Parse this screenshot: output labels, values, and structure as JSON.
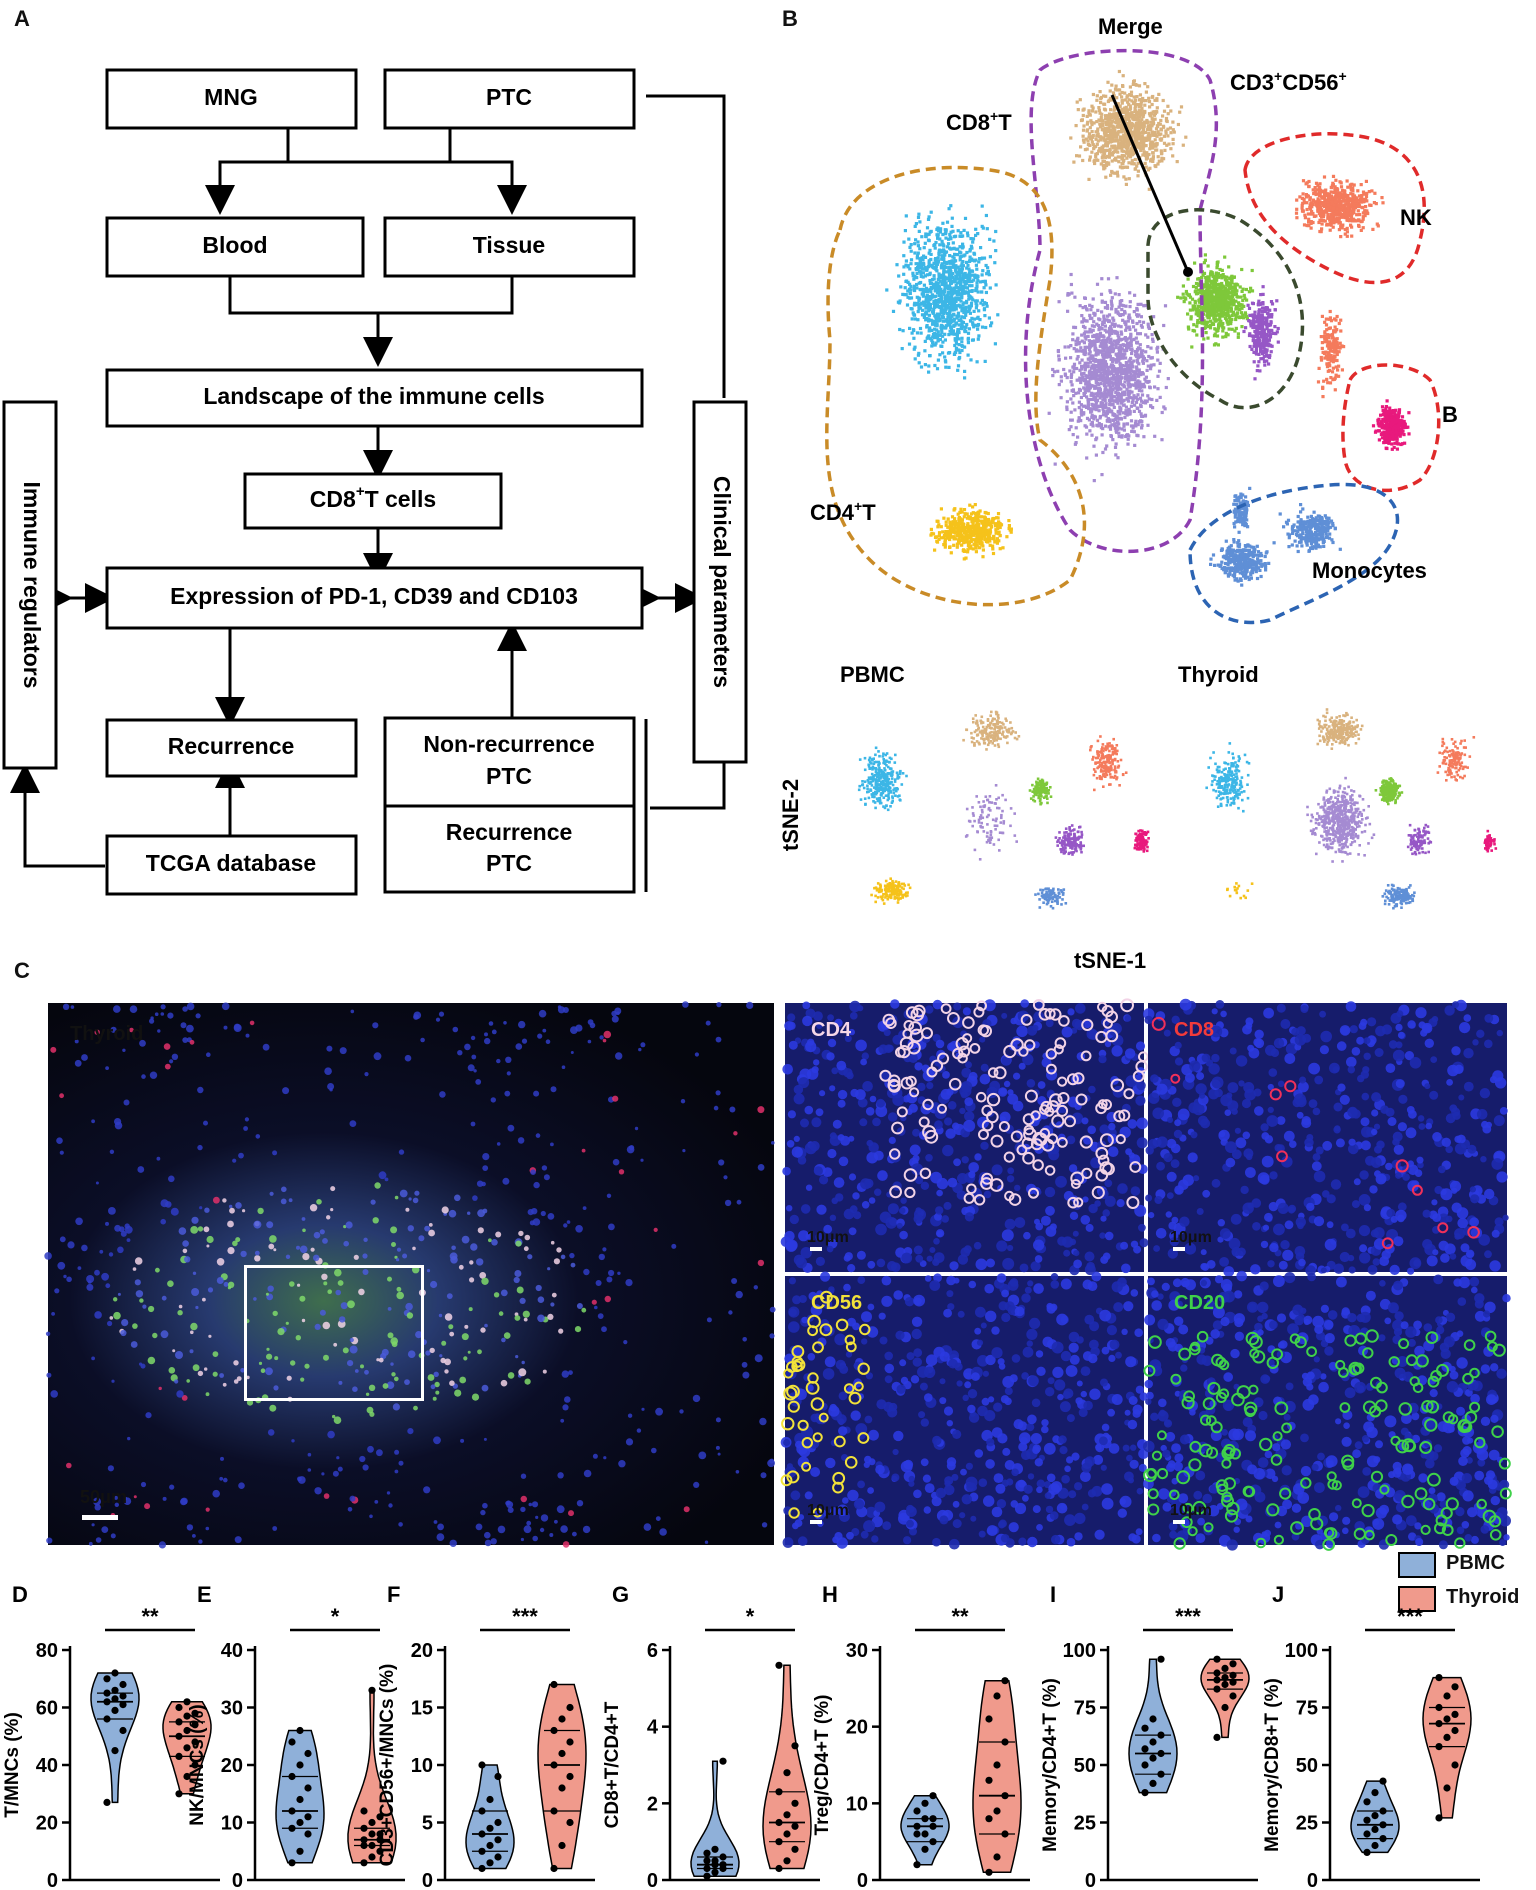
{
  "panels": {
    "A": "A",
    "B": "B",
    "C": "C",
    "D": "D",
    "E": "E",
    "F": "F",
    "G": "G",
    "H": "H",
    "I": "I",
    "J": "J"
  },
  "flowchart": {
    "mng": "MNG",
    "ptc": "PTC",
    "blood": "Blood",
    "tissue": "Tissue",
    "landscape": "Landscape of the immune cells",
    "cd8_pre": "CD8",
    "cd8_sup": "+",
    "cd8_post": "T cells",
    "expression": "Expression of PD-1, CD39 and CD103",
    "recurrence": "Recurrence",
    "tcga": "TCGA database",
    "nonrec_1": "Non-recurrence",
    "nonrec_2": "PTC",
    "rec_1": "Recurrence",
    "rec_2": "PTC",
    "immune_regulators": "Immune regulators",
    "clinical_parameters": "Clinical parameters"
  },
  "tsne": {
    "merge": "Merge",
    "cd8t_pre": "CD8",
    "cd8t_sup": "+",
    "cd8t_post": "T",
    "cd4t_pre": "CD4",
    "cd4t_sup": "+",
    "cd4t_post": "T",
    "cd3cd56_a": "CD3",
    "cd3cd56_sup1": "+",
    "cd3cd56_b": "CD56",
    "cd3cd56_sup2": "+",
    "nk": "NK",
    "b": "B",
    "monocytes": "Monocytes",
    "pbmc": "PBMC",
    "thyroid": "Thyroid",
    "xlabel": "tSNE-1",
    "ylabel": "tSNE-2",
    "colors": {
      "cd4": "#3cb6e6",
      "cd4b": "#f5c21b",
      "cd8": "#d9b27e",
      "dn": "#a58bd2",
      "cd3cd56": "#7ec83a",
      "nk": "#f47b5c",
      "b": "#e8197d",
      "mono": "#5f8fd6",
      "purple": "#9657c6"
    }
  },
  "micro": {
    "thyroid": "Thyroid",
    "scale_big": "50μm",
    "cd4": "CD4",
    "cd8": "CD8",
    "cd56": "CD56",
    "cd20": "CD20",
    "scale_small": "10μm"
  },
  "legend": {
    "pbmc": "PBMC",
    "thyroid": "Thyroid"
  },
  "chart_data": [
    {
      "type": "violin",
      "panel": "D",
      "ylabel": "T/MNCs (%)",
      "ylim": [
        0,
        80
      ],
      "ticks": [
        0,
        20,
        40,
        60,
        80
      ],
      "sig": "**",
      "series": [
        {
          "name": "PBMC",
          "values": [
            27,
            45,
            52,
            56,
            59,
            61,
            62,
            63,
            64,
            65,
            66,
            68,
            70,
            72
          ]
        },
        {
          "name": "Thyroid",
          "values": [
            30,
            36,
            40,
            43,
            46,
            48,
            50,
            52,
            54,
            55,
            57,
            58,
            60,
            62
          ]
        }
      ]
    },
    {
      "type": "violin",
      "panel": "E",
      "ylabel": "NK/MNCs (%)",
      "ylim": [
        0,
        40
      ],
      "ticks": [
        0,
        10,
        20,
        30,
        40
      ],
      "sig": "*",
      "series": [
        {
          "name": "PBMC",
          "values": [
            3,
            5,
            8,
            9,
            10,
            11,
            12,
            14,
            16,
            18,
            20,
            22,
            24,
            26
          ]
        },
        {
          "name": "Thyroid",
          "values": [
            3,
            4,
            5,
            6,
            6,
            7,
            7,
            8,
            8,
            9,
            10,
            11,
            12,
            33
          ]
        }
      ]
    },
    {
      "type": "violin",
      "panel": "F",
      "ylabel": "CD3+CD56+/MNCs (%)",
      "ylim": [
        0,
        20
      ],
      "ticks": [
        0,
        5,
        10,
        15,
        20
      ],
      "sig": "***",
      "series": [
        {
          "name": "PBMC",
          "values": [
            1,
            1.5,
            2,
            2.5,
            3,
            3.5,
            4,
            4.5,
            5,
            6,
            7,
            9,
            10
          ]
        },
        {
          "name": "Thyroid",
          "values": [
            1,
            3,
            5,
            6,
            8,
            9,
            10,
            11,
            12,
            13,
            14,
            15,
            17
          ]
        }
      ]
    },
    {
      "type": "violin",
      "panel": "G",
      "ylabel": "CD8+T/CD4+T",
      "ylim": [
        0,
        6
      ],
      "ticks": [
        0,
        2,
        4,
        6
      ],
      "sig": "*",
      "series": [
        {
          "name": "PBMC",
          "values": [
            0.1,
            0.2,
            0.3,
            0.3,
            0.4,
            0.4,
            0.5,
            0.5,
            0.6,
            0.7,
            0.8,
            3.1
          ]
        },
        {
          "name": "Thyroid",
          "values": [
            0.3,
            0.5,
            0.8,
            1.0,
            1.2,
            1.4,
            1.5,
            1.7,
            2.0,
            2.3,
            2.8,
            3.5,
            5.6
          ]
        }
      ]
    },
    {
      "type": "violin",
      "panel": "H",
      "ylabel": "Treg/CD4+T (%)",
      "ylim": [
        0,
        30
      ],
      "ticks": [
        0,
        10,
        20,
        30
      ],
      "sig": "**",
      "series": [
        {
          "name": "PBMC",
          "values": [
            2,
            4,
            5,
            6,
            6,
            7,
            7,
            8,
            8,
            9,
            10,
            11
          ]
        },
        {
          "name": "Thyroid",
          "values": [
            1,
            3,
            6,
            8,
            9,
            11,
            13,
            15,
            18,
            21,
            24,
            26
          ]
        }
      ]
    },
    {
      "type": "violin",
      "panel": "I",
      "ylabel": "Memory/CD4+T (%)",
      "ylim": [
        0,
        100
      ],
      "ticks": [
        0,
        25,
        50,
        75,
        100
      ],
      "sig": "***",
      "series": [
        {
          "name": "PBMC",
          "values": [
            38,
            42,
            46,
            50,
            53,
            55,
            57,
            60,
            63,
            66,
            70,
            96
          ]
        },
        {
          "name": "Thyroid",
          "values": [
            62,
            75,
            80,
            83,
            85,
            86,
            87,
            88,
            89,
            90,
            92,
            94,
            96
          ]
        }
      ]
    },
    {
      "type": "violin",
      "panel": "J",
      "ylabel": "Memory/CD8+T (%)",
      "ylim": [
        0,
        100
      ],
      "ticks": [
        0,
        25,
        50,
        75,
        100
      ],
      "sig": "***",
      "series": [
        {
          "name": "PBMC",
          "values": [
            12,
            15,
            18,
            20,
            22,
            24,
            26,
            28,
            30,
            34,
            38,
            43
          ]
        },
        {
          "name": "Thyroid",
          "values": [
            27,
            40,
            50,
            58,
            62,
            65,
            68,
            70,
            72,
            75,
            80,
            84,
            88
          ]
        }
      ]
    }
  ]
}
